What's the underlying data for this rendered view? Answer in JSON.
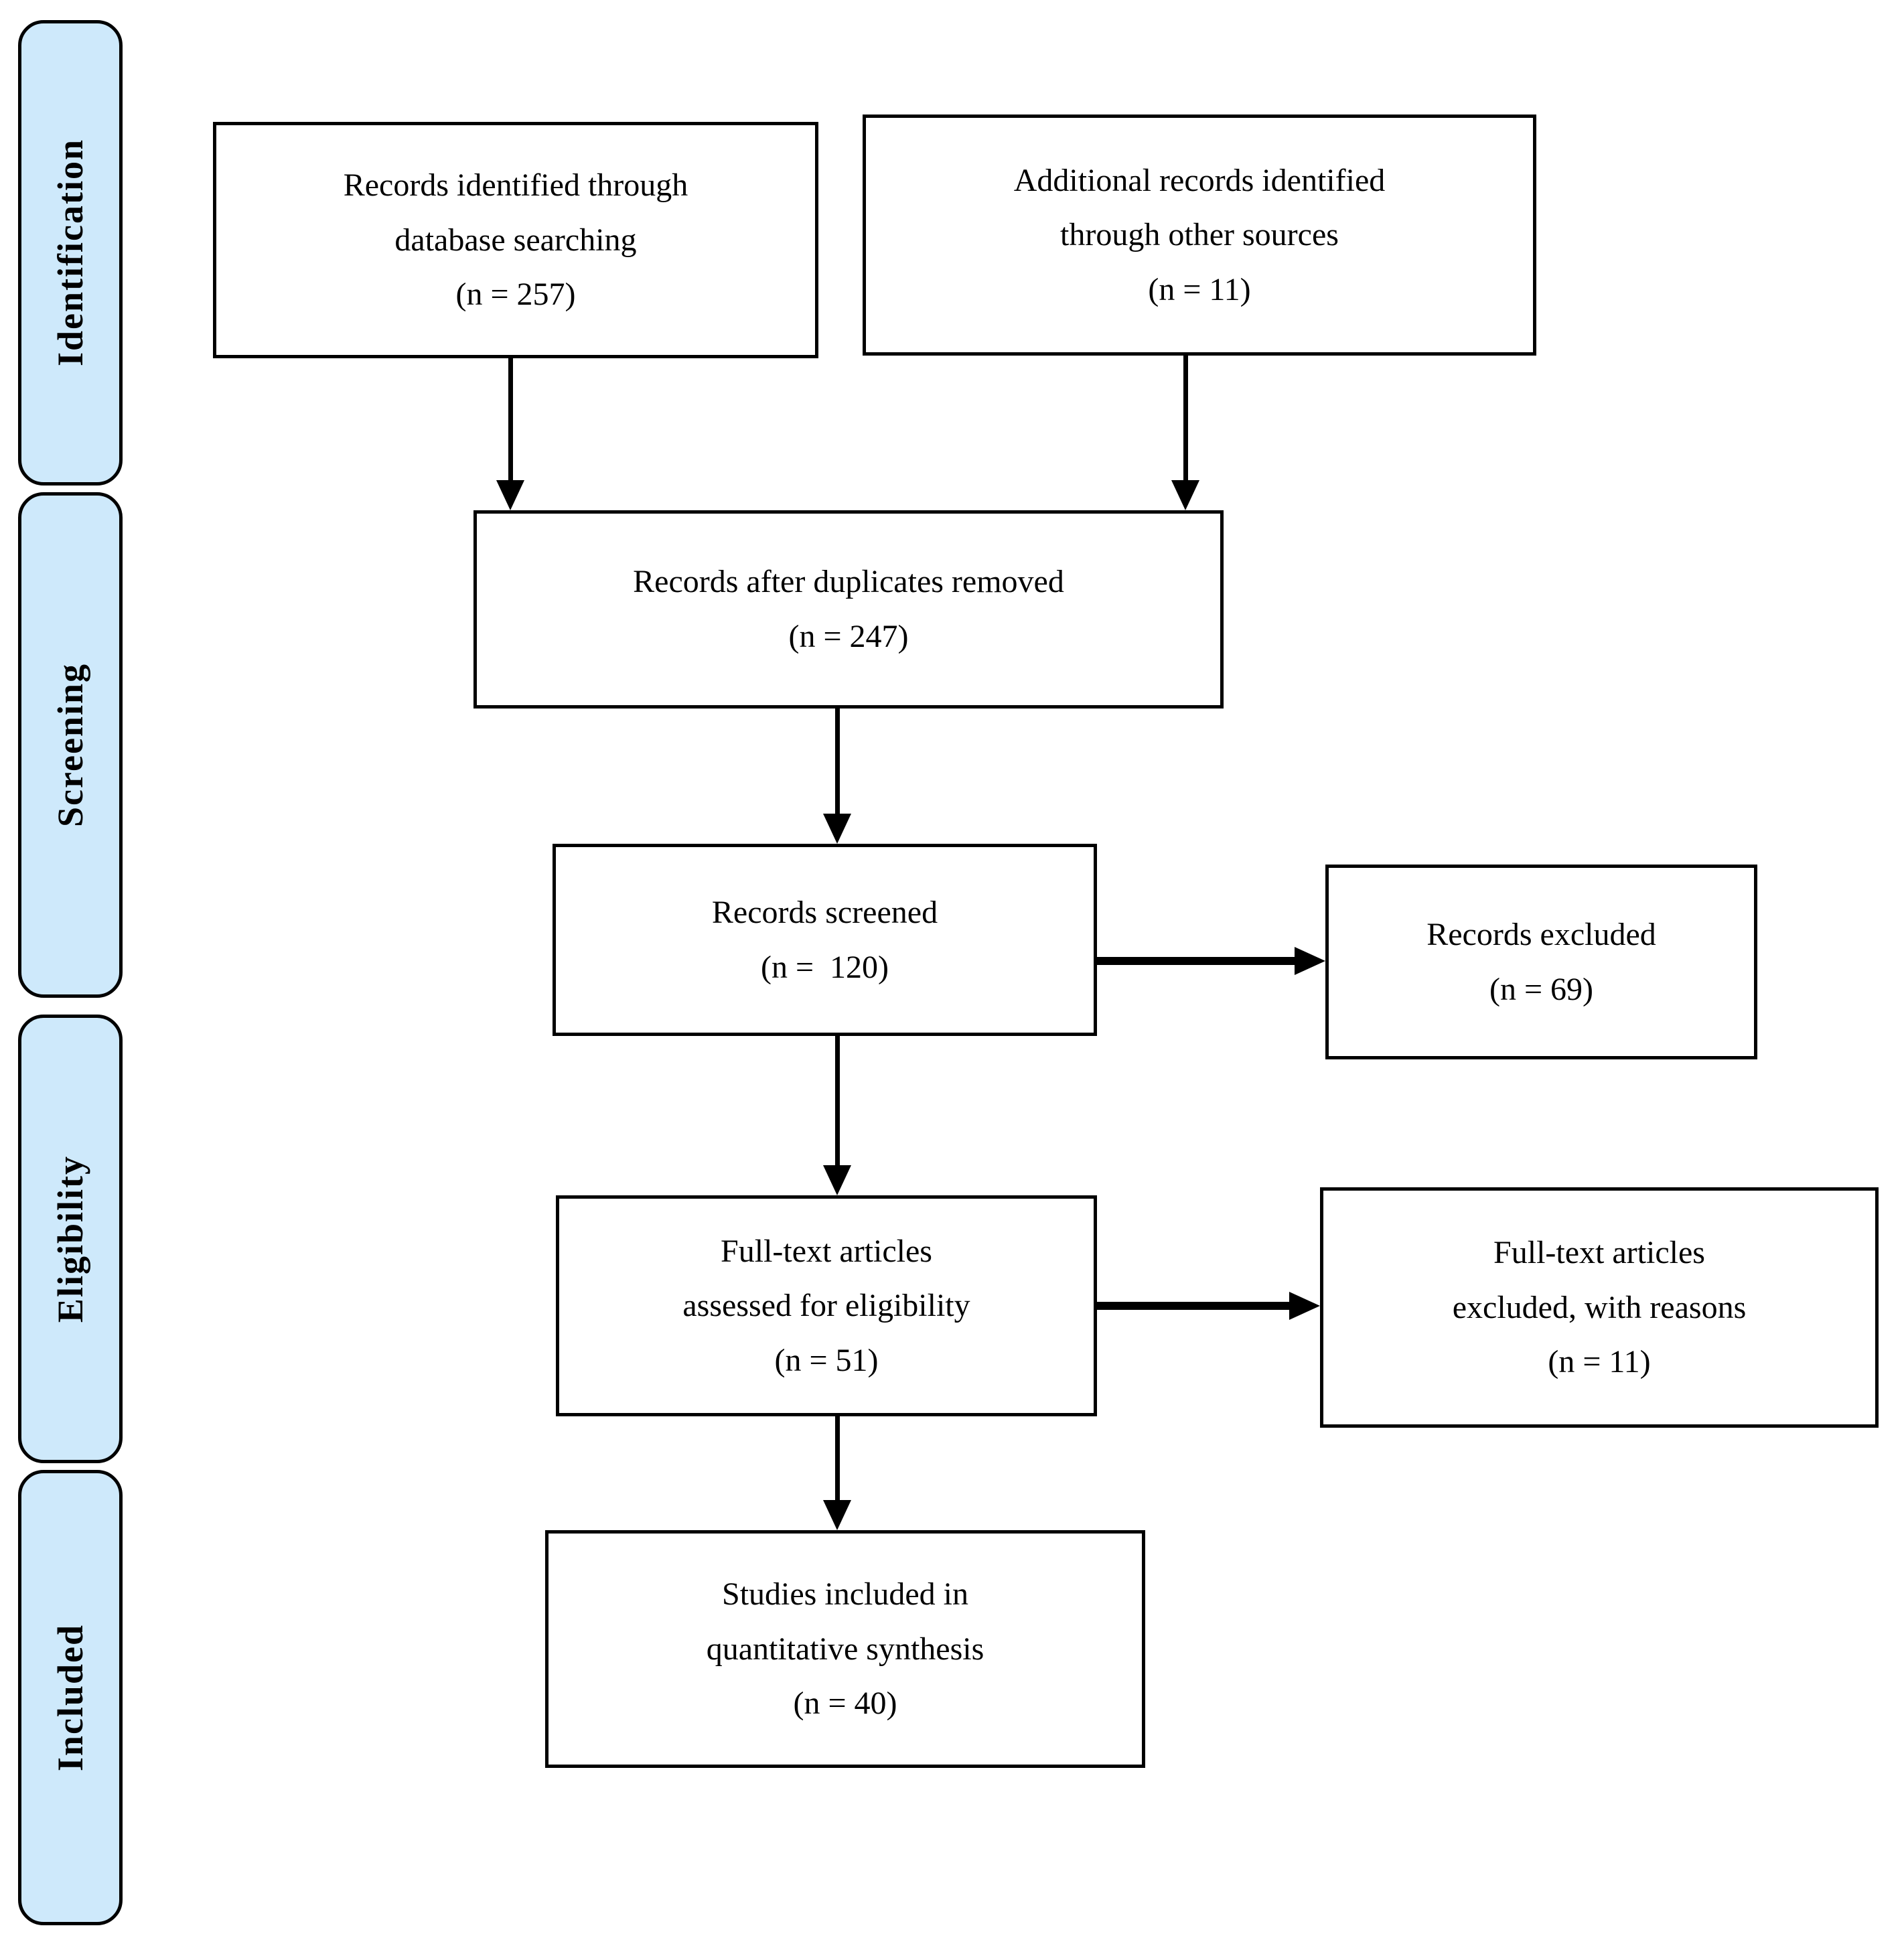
{
  "colors": {
    "sidebar_fill": "#cee9fb",
    "line": "#000000",
    "box_fill": "#ffffff",
    "text": "#000000"
  },
  "phases": [
    {
      "label": "Identification"
    },
    {
      "label": "Screening"
    },
    {
      "label": "Eligibility"
    },
    {
      "label": "Included"
    }
  ],
  "boxes": {
    "records_identified": {
      "text": "Records identified through\ndatabase searching\n(n = 257)",
      "n": 257
    },
    "additional_records": {
      "text": "Additional records identified\nthrough other sources\n(n = 11)",
      "n": 11
    },
    "after_duplicates": {
      "text": "Records after duplicates removed\n(n = 247)",
      "n": 247
    },
    "records_screened": {
      "text": "Records screened\n(n =  120)",
      "n": 120
    },
    "records_excluded": {
      "text": "Records excluded\n(n = 69)",
      "n": 69
    },
    "fulltext_assessed": {
      "text": "Full-text articles\nassessed for eligibility\n(n = 51)",
      "n": 51
    },
    "fulltext_excluded": {
      "text": "Full-text articles\nexcluded, with reasons\n(n = 11)",
      "n": 11
    },
    "studies_included": {
      "text": "Studies included in\nquantitative synthesis\n(n = 40)",
      "n": 40
    }
  }
}
